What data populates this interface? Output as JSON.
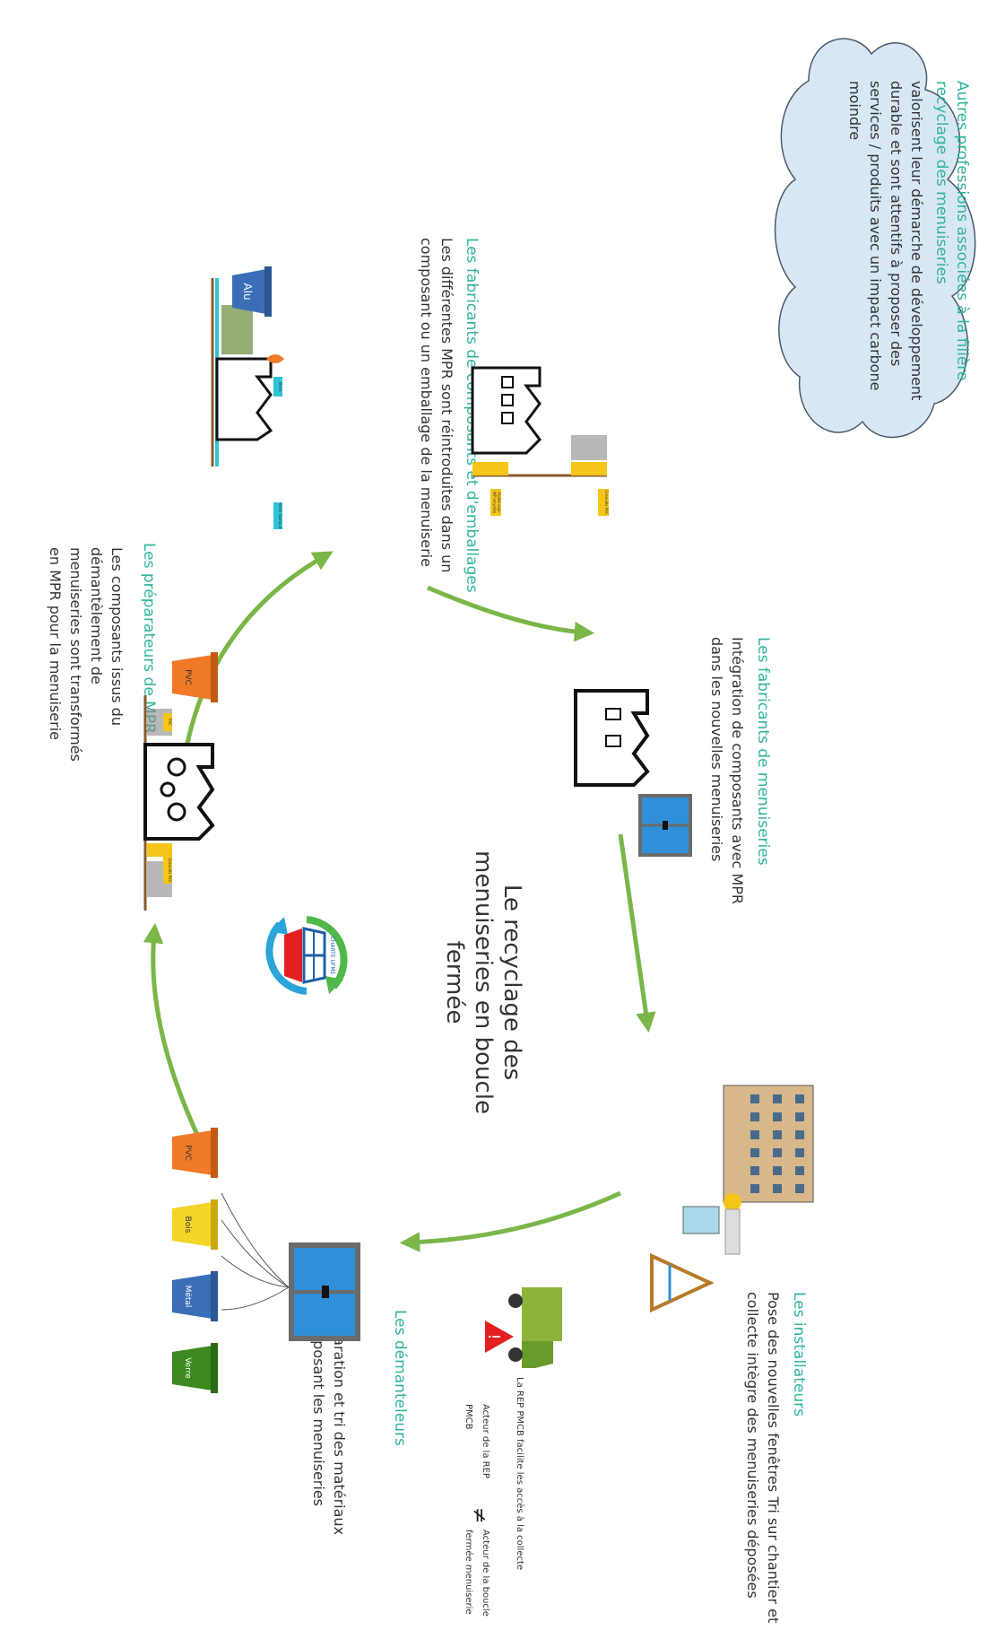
{
  "center": {
    "title": "Le recyclage des menuiseries en boucle fermée",
    "logo_text": "CHARTE UFME"
  },
  "cloud": {
    "heading": "Autres professions associées à la filière recyclage des menuiseries",
    "body": "valorisent leur démarche de développement durable et sont attentifs à proposer des services / produits avec un impact carbone moindre"
  },
  "stages": {
    "fabricants_composants": {
      "heading": "Les fabricants de composants et d'emballages",
      "body": "Les différentes MPR sont réintroduites dans un composant ou un emballage de la menuiserie"
    },
    "fabricants_menuiseries": {
      "heading": "Les fabricants de menuiseries",
      "body": "Intégration de composants avec MPR dans les nouvelles menuiseries"
    },
    "installateurs": {
      "heading": "Les installateurs",
      "body": "Pose des nouvelles fenêtres Tri sur chantier et collecte intègre des menuiseries déposées"
    },
    "demanteleurs": {
      "heading": "Les démanteleurs",
      "body": "Séparation et tri des matériaux composant les menuiseries"
    },
    "preparateurs": {
      "heading": "Les préparateurs de MPR",
      "body": "Les composants issus du démantèlement de menuiseries sont transformés en MPR pour la menuiserie"
    }
  },
  "rep": {
    "truck_caption": "La REP PMCB facilite les accès à la collecte",
    "acteur_rep": "Acteur de la REP PMCB",
    "neq_symbol": "≠",
    "acteur_boucle": "Acteur de la boucle fermée menuiserie"
  },
  "bins": {
    "demanteleurs": [
      "PVC",
      "Bois",
      "Métal",
      "Verre"
    ],
    "preparateurs": "PVC",
    "fabricants": "Alu"
  },
  "tags": {
    "granules_pvc_1": "Granulés PVC",
    "granules_pvc_2": "Granulés PVC",
    "pvc": "PVC",
    "profile_pvc": "Profilé avec MP recyclée",
    "verre": "Verre",
    "verre_nouveau": "Verre fabriqué"
  },
  "colors": {
    "accent": "#2fb39a",
    "arrow": "#7ab648",
    "window": "#2f8fd8",
    "frame": "#6b6b6b"
  }
}
